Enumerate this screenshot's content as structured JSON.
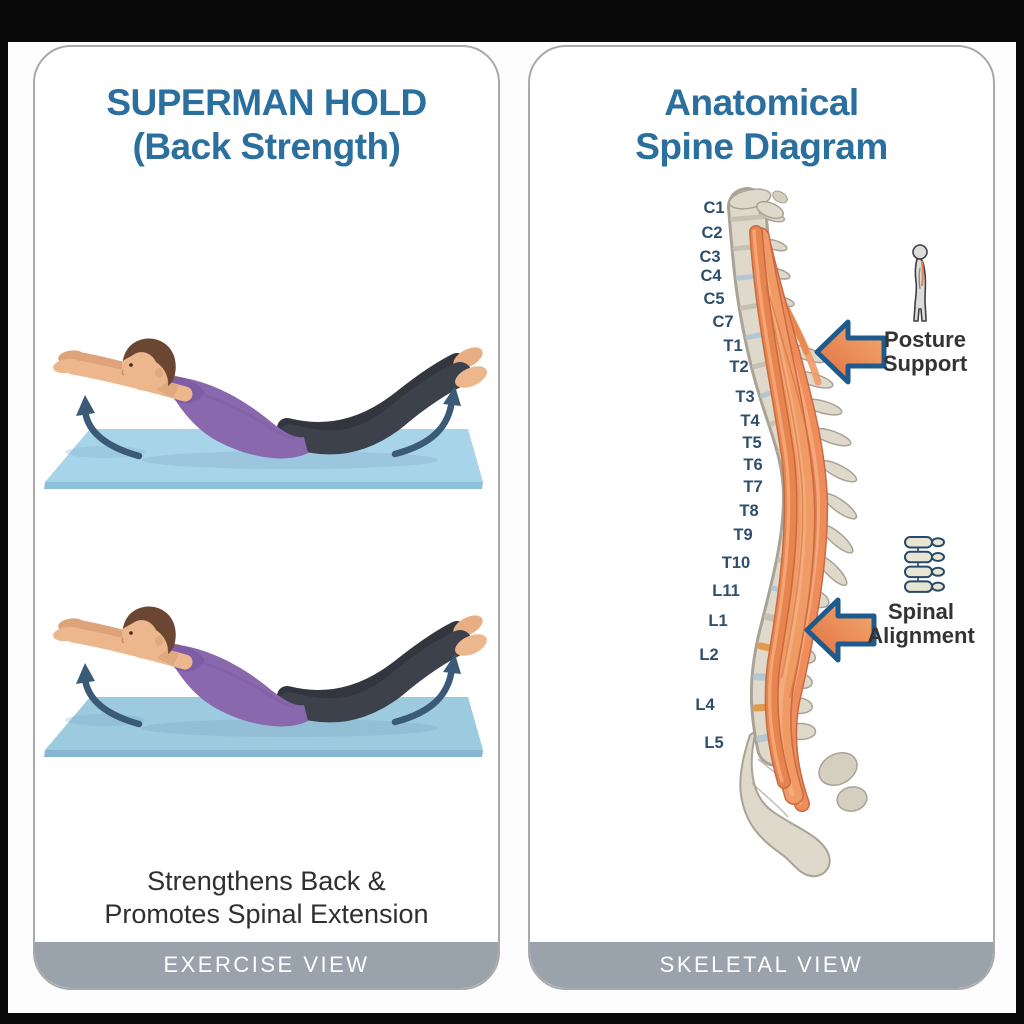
{
  "left_panel": {
    "title_line1": "SUPERMAN HOLD",
    "title_line2": "(Back Strength)",
    "caption_line1": "Strengthens Back &",
    "caption_line2": "Promotes Spinal Extension",
    "footer": "EXERCISE VIEW",
    "illustration": "person lying prone on mat, arms and legs lifted (superman hold), motion arrows at hands and feet"
  },
  "right_panel": {
    "title_line1": "Anatomical",
    "title_line2": "Spine Diagram",
    "footer": "SKELETAL VIEW",
    "spine_labels": [
      "C1",
      "C2",
      "C3",
      "C4",
      "C5",
      "C7",
      "T1",
      "T2",
      "T3",
      "T4",
      "T5",
      "T6",
      "T7",
      "T8",
      "T9",
      "T10",
      "L11",
      "L1",
      "L2",
      "L4",
      "L5"
    ],
    "annotations": [
      {
        "line1": "Posture",
        "line2": "Support",
        "icon": "standing-person-icon",
        "arrow": "left-arrow-icon"
      },
      {
        "line1": "Spinal",
        "line2": "Alignment",
        "icon": "vertebrae-stack-icon",
        "arrow": "left-arrow-icon"
      }
    ]
  },
  "colors": {
    "frame_black": "#0a0a0a",
    "panel_bg": "#ffffff",
    "panel_border": "#a8a9ac",
    "title_blue": "#2b6f9f",
    "footer_gray": "#9aa2ab",
    "footer_text": "#ffffff",
    "caption_dark": "#2f2f33",
    "spine_label_navy": "#2e4f6b",
    "annotation_dark": "#333333",
    "bone_fill": "#ded9cb",
    "bone_outline": "#a9a395",
    "bone_shadow": "#d5cfbf",
    "disc_tan": "#c7c1b1",
    "disc_blue": "#b3c6d4",
    "disc_orange": "#e49a4c",
    "muscle_orange": "#f09a66",
    "muscle_deep": "#e8854f",
    "muscle_edge": "#c96a40",
    "muscle_highlight": "#f6b183",
    "arrow_fill_start": "#e06f44",
    "arrow_fill_end": "#f4ab6e",
    "arrow_border": "#1f5a8c",
    "mat_blue": "#a8d4ea",
    "mat_blue_dark": "#9ccadf",
    "shirt_purple": "#8a68ae",
    "shirt_shade": "#7d5ca3",
    "pants_dark": "#3d414b",
    "pants_shade": "#33363e",
    "skin": "#ecb78d",
    "skin_shade": "#dfa379",
    "hair_brown": "#6b4632",
    "motion_arrow_blue": "#3a5a78",
    "icon_outline_navy": "#27496b"
  }
}
